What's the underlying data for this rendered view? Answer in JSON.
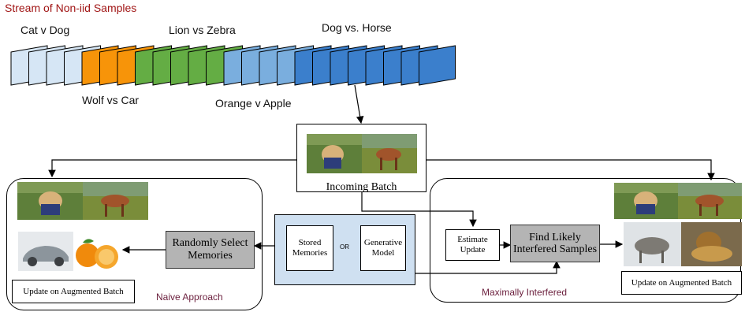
{
  "title": "Stream of Non-iid Samples",
  "stream": {
    "labels": {
      "cat_dog": "Cat v Dog",
      "lion_zebra": "Lion vs Zebra",
      "dog_horse": "Dog vs. Horse",
      "wolf_car": "Wolf vs Car",
      "orange_apple": "Orange v Apple"
    },
    "segments": [
      {
        "color": "#d6e6f5",
        "count": 4
      },
      {
        "color": "#f79409",
        "count": 3
      },
      {
        "color": "#64ad44",
        "count": 5
      },
      {
        "color": "#7aaede",
        "count": 4
      },
      {
        "color": "#3b7fcc",
        "count": 8
      }
    ]
  },
  "incoming_batch": {
    "label": "Incoming Batch"
  },
  "naive": {
    "random_select": "Randomly Select Memories",
    "update_batch": "Update on Augmented Batch",
    "approach": "Naive Approach"
  },
  "memory": {
    "stored": "Stored Memories",
    "or": "OR",
    "generative": "Generative Model",
    "bg_color": "#cfe0f1"
  },
  "interfered": {
    "estimate": "Estimate Update",
    "find": "Find Likely Interfered Samples",
    "update_batch": "Update on Augmented Batch",
    "approach": "Maximally Interfered"
  },
  "colors": {
    "title": "#a11616",
    "approach_label": "#6b1f3d"
  }
}
